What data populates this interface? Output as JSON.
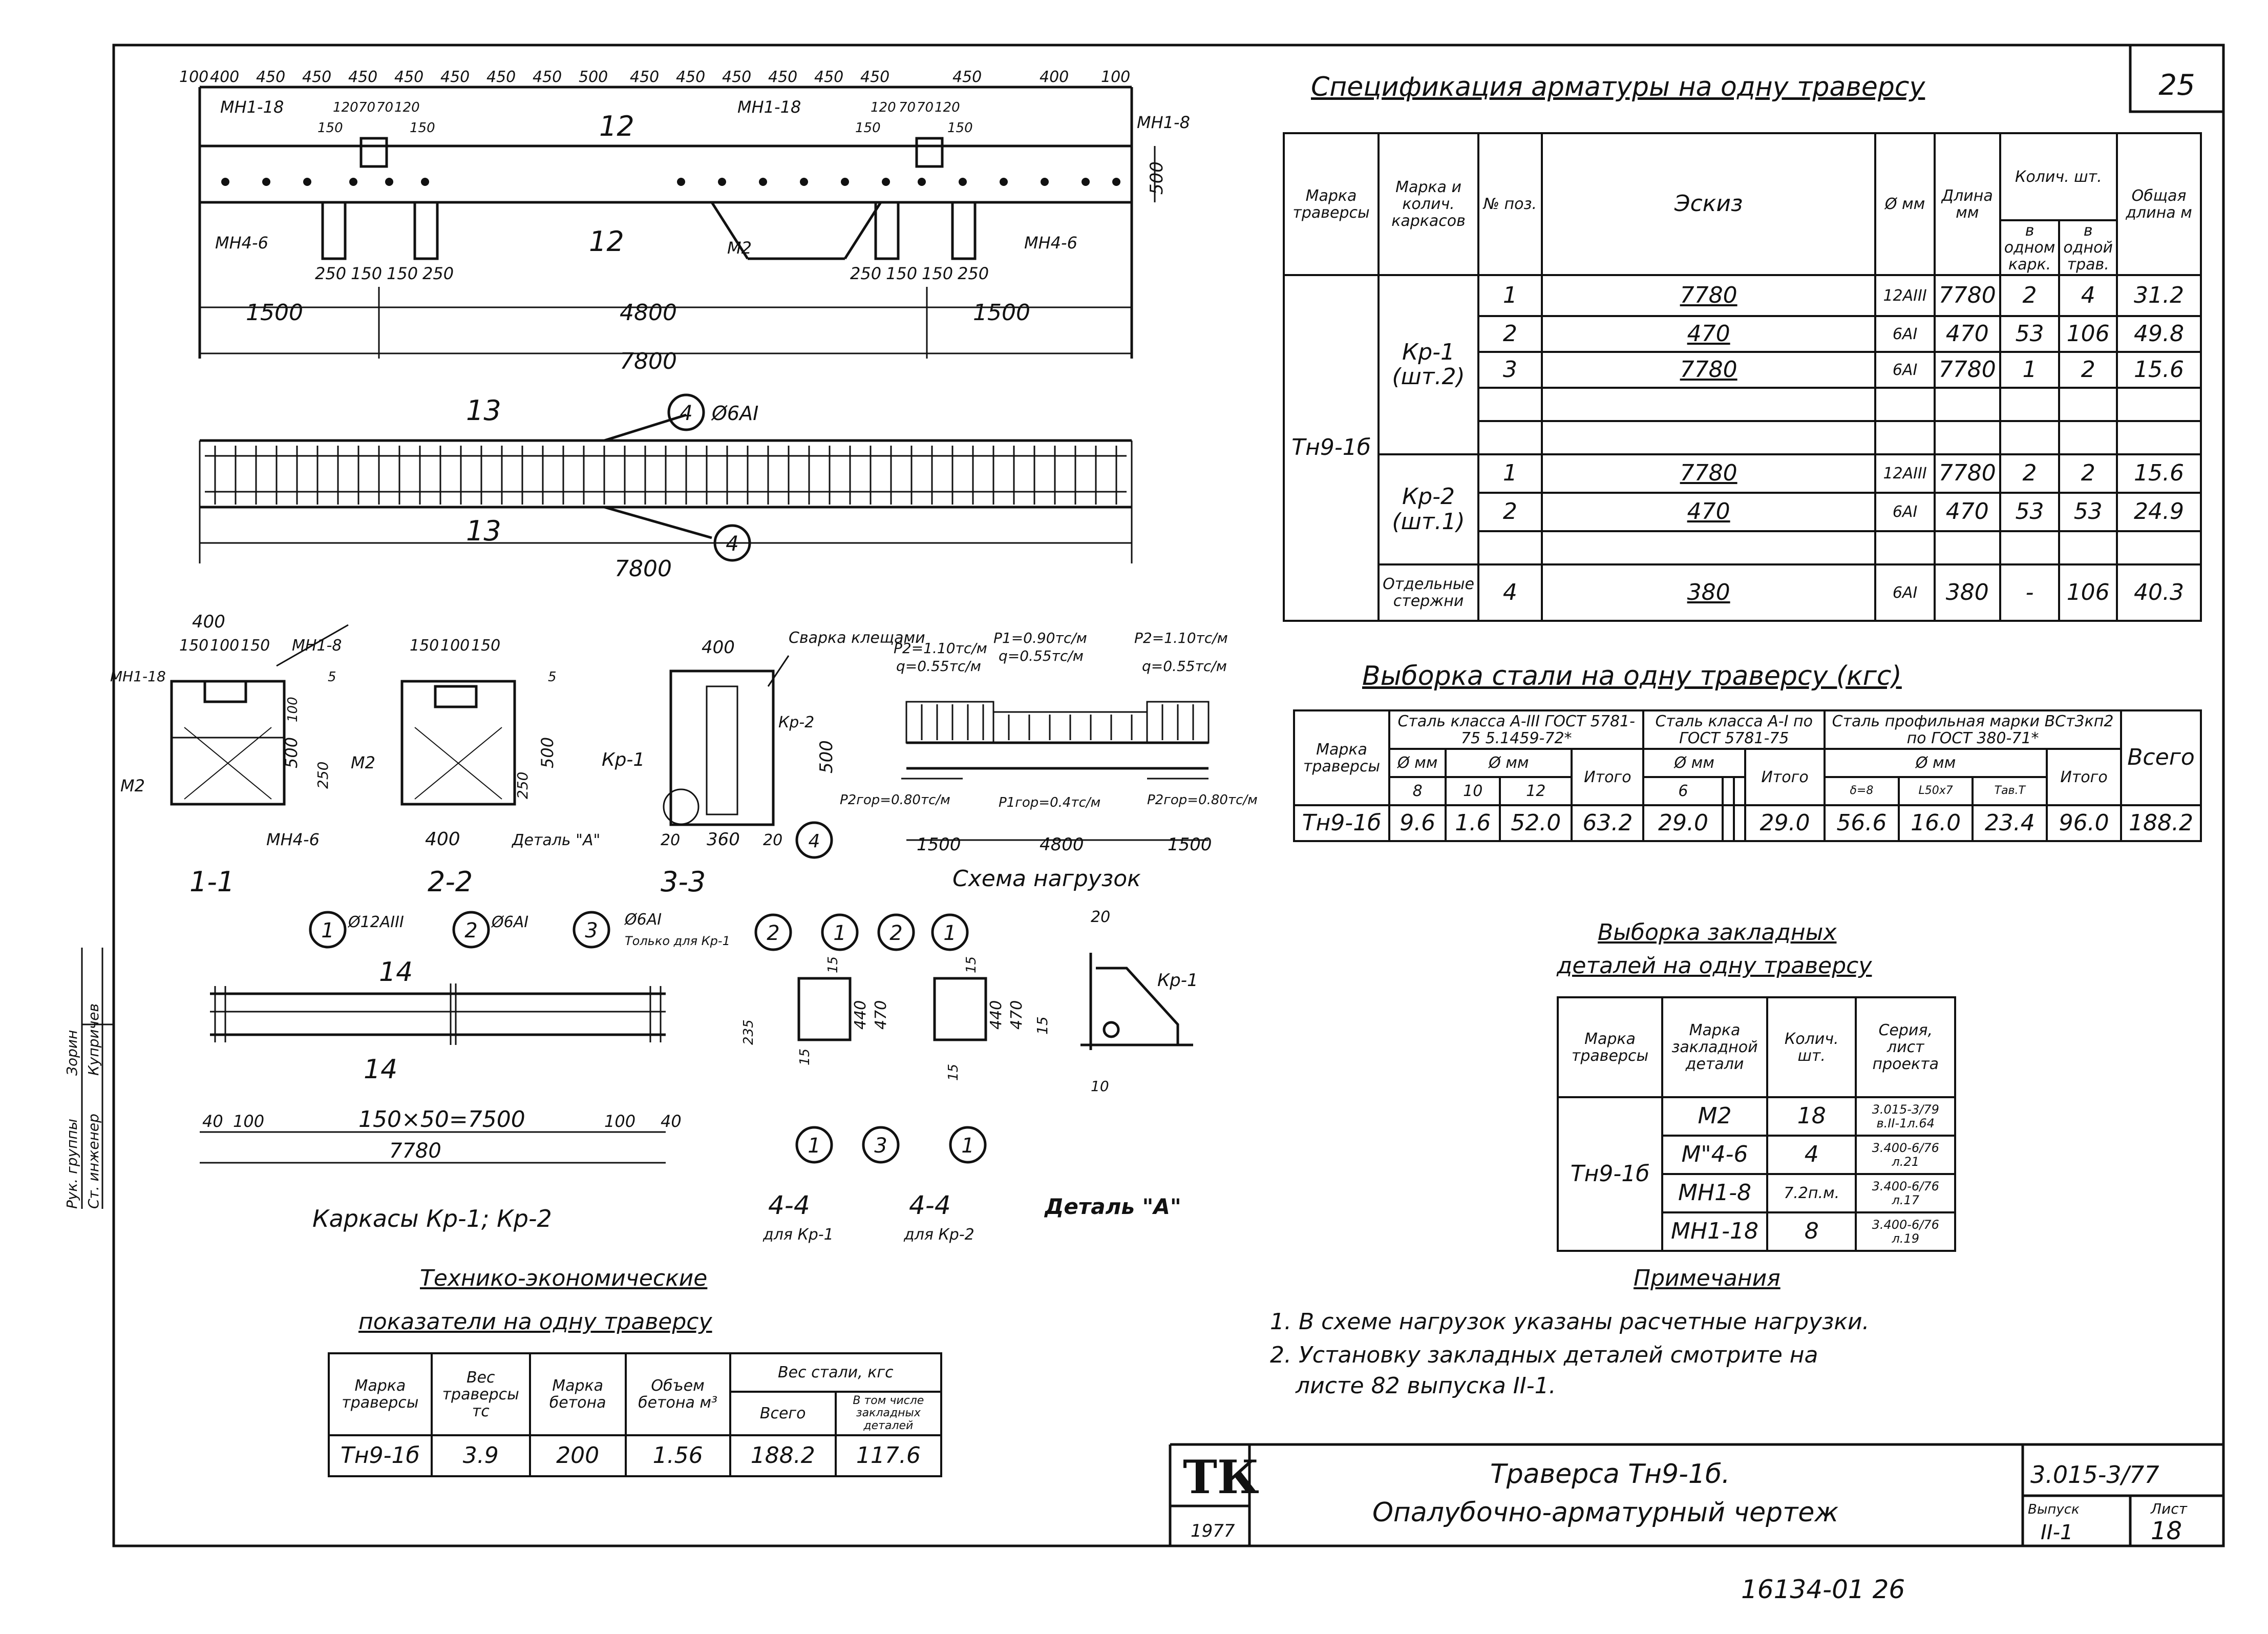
{
  "sheet_number": "25",
  "spec": {
    "title": "Спецификация арматуры на одну траверсу",
    "headers": {
      "mark": "Марка траверсы",
      "frame": "Марка и колич. каркасов",
      "pos": "№ поз.",
      "sketch": "Эскиз",
      "dia": "Ø мм",
      "length": "Длина мм",
      "qty": "Колич. шт.",
      "qty_frame": "в одном карк.",
      "qty_trav": "в одной трав.",
      "total": "Общая длина м"
    },
    "mark": "Тн9-1б",
    "groups": [
      {
        "frame": "Кр-1 (шт.2)",
        "rows": [
          {
            "pos": "1",
            "sketch": "7780",
            "dia": "12AIII",
            "length": "7780",
            "qf": "2",
            "qt": "4",
            "total": "31.2"
          },
          {
            "pos": "2",
            "sketch": "470",
            "dia": "6AI",
            "length": "470",
            "qf": "53",
            "qt": "106",
            "total": "49.8"
          },
          {
            "pos": "3",
            "sketch": "7780",
            "dia": "6AI",
            "length": "7780",
            "qf": "1",
            "qt": "2",
            "total": "15.6"
          }
        ]
      },
      {
        "frame": "Кр-2 (шт.1)",
        "rows": [
          {
            "pos": "1",
            "sketch": "7780",
            "dia": "12AIII",
            "length": "7780",
            "qf": "2",
            "qt": "2",
            "total": "15.6"
          },
          {
            "pos": "2",
            "sketch": "470",
            "dia": "6AI",
            "length": "470",
            "qf": "53",
            "qt": "53",
            "total": "24.9"
          }
        ]
      },
      {
        "frame": "Отдельные стержни",
        "rows": [
          {
            "pos": "4",
            "sketch": "380",
            "dia": "6AI",
            "length": "380",
            "qf": "-",
            "qt": "106",
            "total": "40.3"
          }
        ]
      }
    ]
  },
  "steel": {
    "title": "Выборка стали на одну траверсу (кгс)",
    "h_mark": "Марка траверсы",
    "h_a3": "Сталь класса A-III ГОСТ 5781-75 5.1459-72*",
    "h_a1": "Сталь класса A-I по ГОСТ 5781-75",
    "h_prof": "Сталь профильная марки ВСт3кп2 по ГОСТ 380-71*",
    "h_dia": "Ø мм",
    "h_total": "Итого",
    "h_all": "Всего",
    "d_a3": [
      "8",
      "10",
      "12"
    ],
    "d_a1": [
      "6"
    ],
    "d_prof": [
      "δ=8",
      "L50x7",
      "Тав.Т"
    ],
    "row": {
      "mark": "Тн9-1б",
      "a3": [
        "9.6",
        "1.6",
        "52.0"
      ],
      "a3_total": "63.2",
      "a1": [
        "29.0"
      ],
      "a1_total": "29.0",
      "prof": [
        "56.6",
        "16.0",
        "23.4"
      ],
      "prof_total": "96.0",
      "all": "188.2"
    }
  },
  "embedded": {
    "title1": "Выборка закладных",
    "title2": "деталей на одну траверсу",
    "headers": [
      "Марка траверсы",
      "Марка закладной детали",
      "Колич. шт.",
      "Серия, лист проекта"
    ],
    "mark": "Тн9-1б",
    "rows": [
      {
        "name": "М2",
        "qty": "18",
        "ref": "3.015-3/79 в.II-1л.64"
      },
      {
        "name": "М\"4-6",
        "qty": "4",
        "ref": "3.400-6/76 л.21"
      },
      {
        "name": "МН1-8",
        "qty": "7.2п.м.",
        "ref": "3.400-6/76 л.17"
      },
      {
        "name": "МН1-18",
        "qty": "8",
        "ref": "3.400-6/76 л.19"
      }
    ]
  },
  "notes": {
    "title": "Примечания",
    "items": [
      "1. В схеме нагрузок указаны расчетные нагрузки.",
      "2. Установку закладных деталей смотрите на",
      "листе 82 выпуска II-1."
    ]
  },
  "tech": {
    "title1": "Технико-экономические",
    "title2": "показатели на одну траверсу",
    "headers": [
      "Марка траверсы",
      "Вес траверсы тс",
      "Марка бетона",
      "Объем бетона м³",
      "Вес стали, кгс",
      "Всего",
      "В том числе закладных деталей"
    ],
    "row": {
      "mark": "Тн9-1б",
      "weight": "3.9",
      "concrete": "200",
      "volume": "1.56",
      "steel": "188.2",
      "embedded": "117.6"
    }
  },
  "stamp": {
    "logo": "ТК",
    "year": "1977",
    "title1": "Траверса Тн9-1б.",
    "title2": "Опалубочно-арматурный чертеж",
    "code": "3.015-3/77",
    "issue_label": "Выпуск",
    "issue": "II-1",
    "sheet_label": "Лист",
    "sheet": "18"
  },
  "bottom_number": "16134-01  26",
  "side_labels": [
    "Рук. группы",
    "Зорин",
    "Ст. инженер",
    "Купричев"
  ],
  "drawings": {
    "top_dims": [
      "100",
      "400",
      "450",
      "450",
      "450",
      "450",
      "450",
      "450",
      "450",
      "500",
      "450",
      "450",
      "450",
      "450",
      "450",
      "450",
      "450",
      "400",
      "100"
    ],
    "labels_top": [
      "МН1-18",
      "МН1-18",
      "МН1-8",
      "МН4-6",
      "МН4-6",
      "М2",
      "12",
      "12"
    ],
    "sub_dims_l": [
      "120",
      "70",
      "70",
      "120",
      "150",
      "150"
    ],
    "sub_dims_r": [
      "120",
      "70",
      "70",
      "120",
      "150",
      "150"
    ],
    "mid_dims_l": [
      "250",
      "150",
      "150",
      "250"
    ],
    "mid_dims_r": [
      "250",
      "150",
      "150",
      "250"
    ],
    "span_dims": [
      "1500",
      "4800",
      "1500"
    ],
    "overall": "7800",
    "height_500": "500",
    "section13": "13",
    "plan_callout": "4",
    "plan_bar": "Ø6AI",
    "sec11": {
      "title": "1-1",
      "w": "400",
      "sub": [
        "150",
        "100",
        "150"
      ],
      "labels": [
        "МН1-8",
        "МН1-18",
        "М2",
        "МН4-6"
      ],
      "h": [
        "100",
        "250",
        "500",
        "5"
      ]
    },
    "sec22": {
      "title": "2-2",
      "w": "400",
      "sub": [
        "150",
        "100",
        "150"
      ],
      "labels": [
        "М2"
      ],
      "h": [
        "250",
        "500",
        "5"
      ]
    },
    "sec33": {
      "title": "3-3",
      "w": "400",
      "labels": [
        "Сварка клещами",
        "Кр-2",
        "Кр-1",
        "Деталь \"А\""
      ],
      "bottom": [
        "20",
        "360",
        "20"
      ],
      "h": "500",
      "callout": "4"
    },
    "loads": {
      "title": "Схема нагрузок",
      "p_left": "P2=1.10тс/м",
      "q_left": "q=0.55тс/м",
      "p_mid": "P1=0.90тс/м",
      "q_mid": "q=0.55тс/м",
      "p_right": "P2=1.10тс/м",
      "q_right": "q=0.55тс/м",
      "h_left": "P2гор=0.80тс/м",
      "h_mid": "P1гор=0.4тс/м",
      "h_right": "P2гор=0.80тс/м",
      "spans": [
        "1500",
        "4800",
        "1500"
      ]
    },
    "frames": {
      "title": "Каркасы Кр-1; Кр-2",
      "c1": "1",
      "c1t": "Ø12AIII",
      "c2": "2",
      "c2t": "Ø6AI",
      "c3": "3",
      "c3t": "Ø6AI",
      "c3n": "Только для Кр-1",
      "n14": "14",
      "dims": [
        "40",
        "100",
        "150×50=7500",
        "100",
        "40"
      ],
      "overall": "7780"
    },
    "sec44a": {
      "title": "4-4",
      "sub": "для Кр-1",
      "dims": [
        "15",
        "440",
        "470",
        "235",
        "15"
      ]
    },
    "sec44b": {
      "title": "4-4",
      "sub": "для Кр-2",
      "dims": [
        "15",
        "440",
        "470",
        "15"
      ]
    },
    "detailA": {
      "title": "Деталь \"А\"",
      "dims": [
        "20",
        "15",
        "10"
      ],
      "label": "Кр-1"
    }
  }
}
